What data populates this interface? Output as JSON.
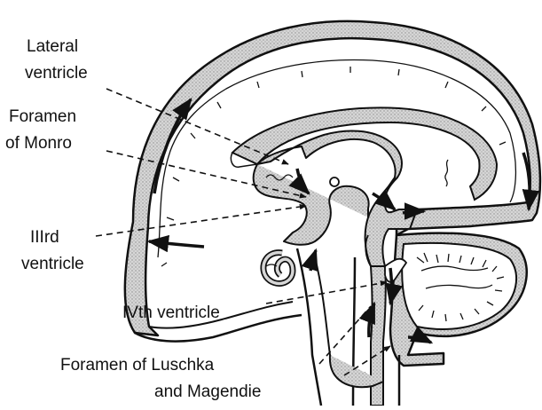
{
  "labels": {
    "lateral_line1": "Lateral",
    "lateral_line2": "ventricle",
    "monro_line1": "Foramen",
    "monro_line2": "of Monro",
    "third_line1": "IIIrd",
    "third_line2": "ventricle",
    "fourth": "IVth ventricle",
    "luschka_line1": "Foramen of Luschka",
    "luschka_line2": "and Magendie"
  },
  "colors": {
    "fill": "#cfcfcf",
    "stroke": "#111111",
    "paper": "#ffffff"
  }
}
